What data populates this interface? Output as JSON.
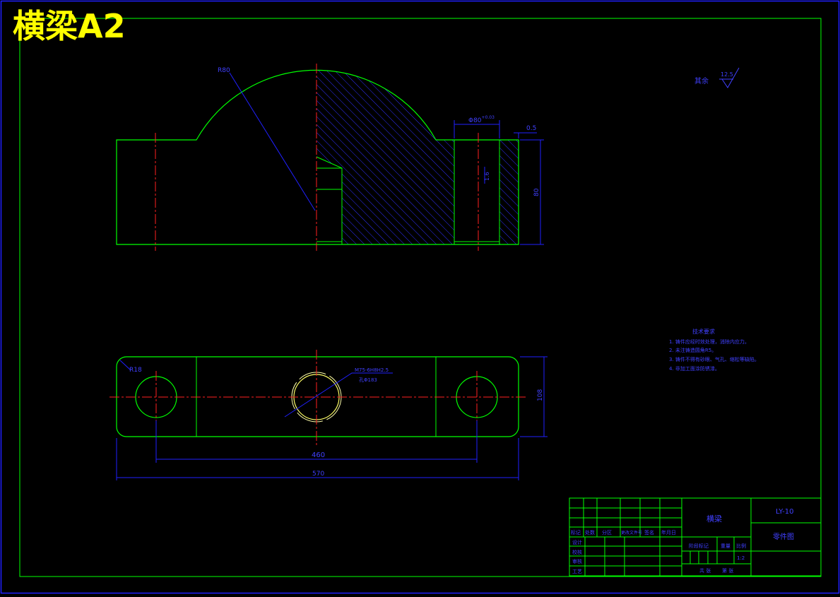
{
  "page_title": "横梁A2",
  "colors": {
    "border": "#00ff00",
    "outer_frame": "#2020ff",
    "part": "#00ff00",
    "center": "#ff2020",
    "dim": "#4040ff",
    "hatch": "#3030ff",
    "title": "#ffff00",
    "thread": "#ffffaa"
  },
  "top_view": {
    "radius_label": "R80",
    "bore_label": "Φ80",
    "bore_tol": "+0.03",
    "offset_label": "0.5",
    "depth_label": "1.6",
    "height_label": "80"
  },
  "roughness": {
    "label": "其余",
    "value": "12.5"
  },
  "bottom_view": {
    "corner_radius_label": "R18",
    "thread_label": "M75-6H8H2.5",
    "thread_sub": "孔Φ183",
    "width_label": "108",
    "hole_span": "460",
    "overall_length": "570"
  },
  "tech_notes": {
    "heading": "技术要求",
    "items": [
      "1. 铸件应经时效处理，消除内应力。",
      "2. 未注铸造圆角R5。",
      "3. 铸件不得有砂眼、气孔、缩松等缺陷。",
      "4. 非加工面涂防锈漆。"
    ]
  },
  "title_block": {
    "part_name": "横梁",
    "drawing_no": "LY-10",
    "drawing_type": "零件图",
    "col_headers": [
      "标记",
      "处数",
      "分区",
      "更改文件号",
      "签名",
      "年月日"
    ],
    "row_labels": [
      "设计",
      "校核",
      "审核",
      "工艺"
    ],
    "stage_label": "阶段标记",
    "weight_label": "重量",
    "scale_label": "比例",
    "scale_value": "1:2",
    "sheet_total": "共 张",
    "sheet_no": "第 张"
  }
}
